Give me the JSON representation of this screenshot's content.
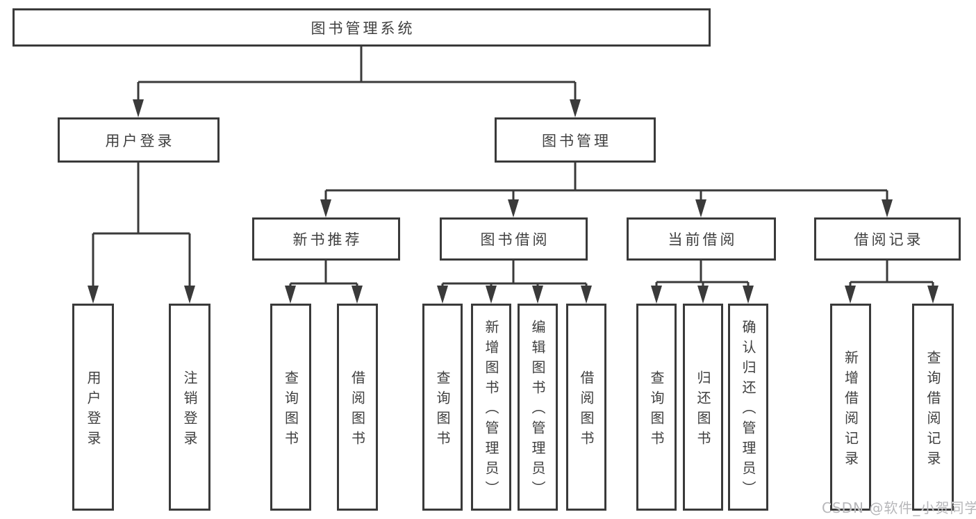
{
  "colors": {
    "line": "#3a3a3a",
    "node_text": "#3f3f3f",
    "background": "#ffffff",
    "watermark_text": "#b7b7ba"
  },
  "watermark": "CSDN @软件_小贺同学",
  "tree": {
    "root": "图书管理系统",
    "branches": [
      {
        "label": "用户登录",
        "children": [
          "用户登录",
          "注销登录"
        ]
      },
      {
        "label": "图书管理",
        "groups": [
          {
            "label": "新书推荐",
            "children": [
              "查询图书",
              "借阅图书"
            ]
          },
          {
            "label": "图书借阅",
            "children": [
              "查询图书",
              "新增图书（管理员）",
              "编辑图书（管理员）",
              "借阅图书"
            ]
          },
          {
            "label": "当前借阅",
            "children": [
              "查询图书",
              "归还图书",
              "确认归还（管理员）"
            ]
          },
          {
            "label": "借阅记录",
            "children": [
              "新增借阅记录",
              "查询借阅记录"
            ]
          }
        ]
      }
    ]
  }
}
